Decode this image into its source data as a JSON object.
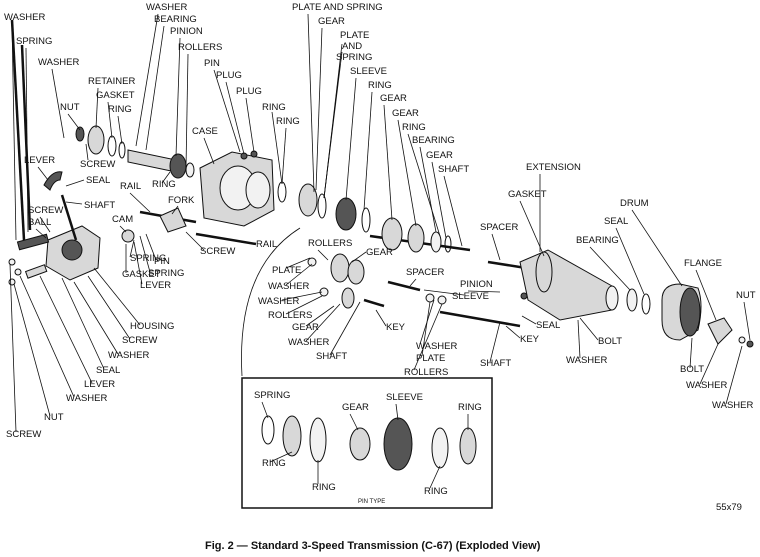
{
  "figure": {
    "caption": "Fig. 2 — Standard 3-Speed Transmission (C-67) (Exploded View)",
    "code": "55x79",
    "inset_note": "PIN TYPE"
  },
  "labels": [
    {
      "id": "washer-1",
      "text": "WASHER"
    },
    {
      "id": "washer-2",
      "text": "WASHER"
    },
    {
      "id": "bearing-1",
      "text": "BEARING"
    },
    {
      "id": "spring-1",
      "text": "SPRING"
    },
    {
      "id": "pinion-1",
      "text": "PINION"
    },
    {
      "id": "washer-3",
      "text": "WASHER"
    },
    {
      "id": "rollers-1",
      "text": "ROLLERS"
    },
    {
      "id": "retainer",
      "text": "RETAINER"
    },
    {
      "id": "pin-1",
      "text": "PIN"
    },
    {
      "id": "gasket-1",
      "text": "GASKET"
    },
    {
      "id": "plug-1",
      "text": "PLUG"
    },
    {
      "id": "nut-1",
      "text": "NUT"
    },
    {
      "id": "ring-1",
      "text": "RING"
    },
    {
      "id": "plug-2",
      "text": "PLUG"
    },
    {
      "id": "case",
      "text": "CASE"
    },
    {
      "id": "screw-1",
      "text": "SCREW"
    },
    {
      "id": "lever-1",
      "text": "LEVER"
    },
    {
      "id": "seal-1",
      "text": "SEAL"
    },
    {
      "id": "ring-2",
      "text": "RING"
    },
    {
      "id": "rail-1",
      "text": "RAIL"
    },
    {
      "id": "fork",
      "text": "FORK"
    },
    {
      "id": "screw-2",
      "text": "SCREW"
    },
    {
      "id": "shaft-1",
      "text": "SHAFT"
    },
    {
      "id": "ball",
      "text": "BALL"
    },
    {
      "id": "cam",
      "text": "CAM"
    },
    {
      "id": "screw-3",
      "text": "SCREW"
    },
    {
      "id": "rail-2",
      "text": "RAIL"
    },
    {
      "id": "plate-and-spring-1",
      "text": "PLATE AND SPRING"
    },
    {
      "id": "gear-1",
      "text": "GEAR"
    },
    {
      "id": "plate-and-spring-2a",
      "text": "PLATE"
    },
    {
      "id": "plate-and-spring-2b",
      "text": "AND"
    },
    {
      "id": "plate-and-spring-2c",
      "text": "SPRING"
    },
    {
      "id": "sleeve-1",
      "text": "SLEEVE"
    },
    {
      "id": "ring-3",
      "text": "RING"
    },
    {
      "id": "gear-2",
      "text": "GEAR"
    },
    {
      "id": "ring-4",
      "text": "RING"
    },
    {
      "id": "ring-5",
      "text": "RING"
    },
    {
      "id": "gear-3",
      "text": "GEAR"
    },
    {
      "id": "ring-6",
      "text": "RING"
    },
    {
      "id": "bearing-2",
      "text": "BEARING"
    },
    {
      "id": "gear-4",
      "text": "GEAR"
    },
    {
      "id": "shaft-2",
      "text": "SHAFT"
    },
    {
      "id": "extension",
      "text": "EXTENSION"
    },
    {
      "id": "gasket-2",
      "text": "GASKET"
    },
    {
      "id": "drum",
      "text": "DRUM"
    },
    {
      "id": "seal-2",
      "text": "SEAL"
    },
    {
      "id": "bearing-3",
      "text": "BEARING"
    },
    {
      "id": "spacer-1",
      "text": "SPACER"
    },
    {
      "id": "rollers-2",
      "text": "ROLLERS"
    },
    {
      "id": "gear-5",
      "text": "GEAR"
    },
    {
      "id": "plate-1",
      "text": "PLATE"
    },
    {
      "id": "spacer-2",
      "text": "SPACER"
    },
    {
      "id": "flange",
      "text": "FLANGE"
    },
    {
      "id": "pinion-2",
      "text": "PINION"
    },
    {
      "id": "sleeve-2",
      "text": "SLEEVE"
    },
    {
      "id": "washer-4",
      "text": "WASHER"
    },
    {
      "id": "washer-5",
      "text": "WASHER"
    },
    {
      "id": "nut-2",
      "text": "NUT"
    },
    {
      "id": "seal-3",
      "text": "SEAL"
    },
    {
      "id": "rollers-3",
      "text": "ROLLERS"
    },
    {
      "id": "key-1",
      "text": "KEY"
    },
    {
      "id": "bolt-1",
      "text": "BOLT"
    },
    {
      "id": "gear-6",
      "text": "GEAR"
    },
    {
      "id": "key-2",
      "text": "KEY"
    },
    {
      "id": "washer-6",
      "text": "WASHER"
    },
    {
      "id": "washer-7",
      "text": "WASHER"
    },
    {
      "id": "shaft-3",
      "text": "SHAFT"
    },
    {
      "id": "plate-2",
      "text": "PLATE"
    },
    {
      "id": "rollers-4",
      "text": "ROLLERS"
    },
    {
      "id": "shaft-4",
      "text": "SHAFT"
    },
    {
      "id": "washer-8",
      "text": "WASHER"
    },
    {
      "id": "bolt-2",
      "text": "BOLT"
    },
    {
      "id": "washer-9",
      "text": "WASHER"
    },
    {
      "id": "washer-10",
      "text": "WASHER"
    },
    {
      "id": "spring-2",
      "text": "SPRING"
    },
    {
      "id": "gasket-3",
      "text": "GASKET"
    },
    {
      "id": "lever-2",
      "text": "LEVER"
    },
    {
      "id": "spring-3",
      "text": "SPRING"
    },
    {
      "id": "pin-2",
      "text": "PIN"
    },
    {
      "id": "housing",
      "text": "HOUSING"
    },
    {
      "id": "screw-4",
      "text": "SCREW"
    },
    {
      "id": "washer-11",
      "text": "WASHER"
    },
    {
      "id": "seal-4",
      "text": "SEAL"
    },
    {
      "id": "lever-3",
      "text": "LEVER"
    },
    {
      "id": "washer-12",
      "text": "WASHER"
    },
    {
      "id": "nut-3",
      "text": "NUT"
    },
    {
      "id": "screw-5",
      "text": "SCREW"
    },
    {
      "id": "spring-4",
      "text": "SPRING"
    },
    {
      "id": "gear-7",
      "text": "GEAR"
    },
    {
      "id": "sleeve-3",
      "text": "SLEEVE"
    },
    {
      "id": "ring-7",
      "text": "RING"
    },
    {
      "id": "ring-8",
      "text": "RING"
    },
    {
      "id": "ring-9",
      "text": "RING"
    },
    {
      "id": "ring-10",
      "text": "RING"
    }
  ]
}
